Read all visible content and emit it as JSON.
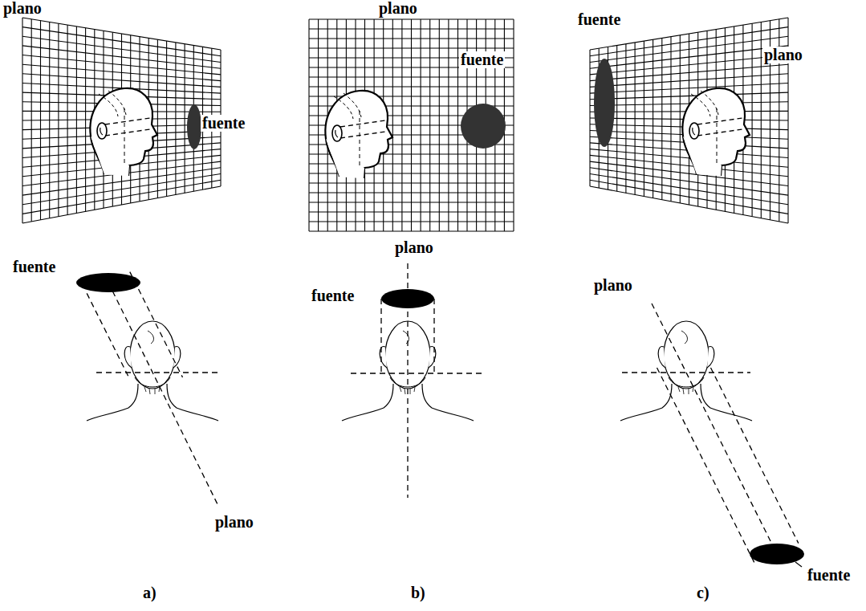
{
  "diagram": {
    "labels": [
      "plano",
      "fuente",
      "plano",
      "fuente",
      "fuente",
      "plano",
      "fuente",
      "plano",
      "plano",
      "fuente",
      "plano",
      "fuente",
      "a)",
      "b)",
      "c)"
    ]
  }
}
